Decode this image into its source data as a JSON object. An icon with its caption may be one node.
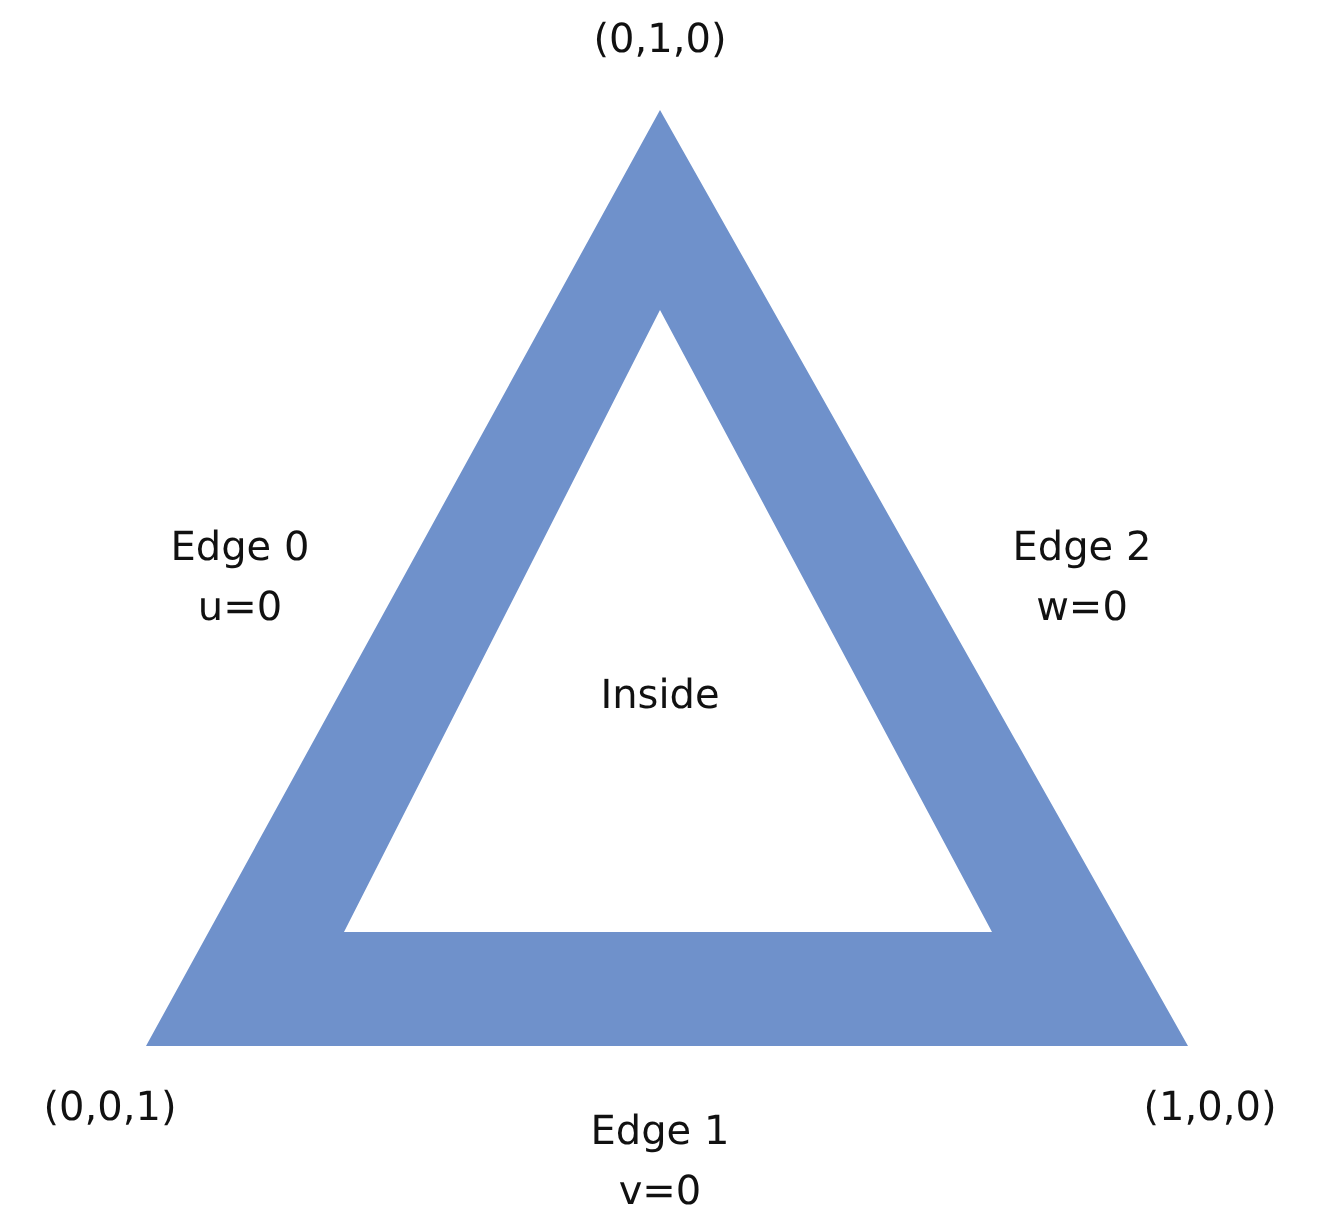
{
  "diagram": {
    "nodes": [
      {
        "text": [
          "Inside"
        ]
      }
    ],
    "labels": [
      "(0,1,0)",
      "Edge 0 u=0",
      "Edge 2 w=0",
      "(0,0,1)",
      "Edge 1 v=0",
      "(1,0,0)"
    ]
  }
}
